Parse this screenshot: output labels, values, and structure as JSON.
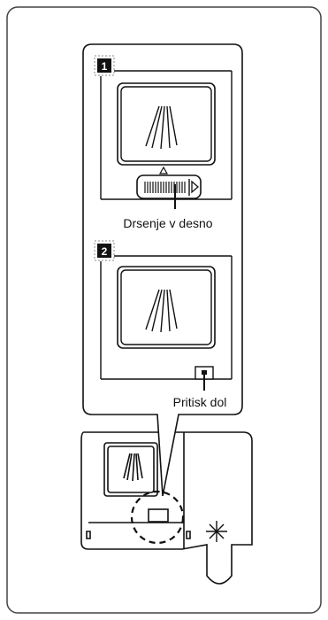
{
  "steps": [
    {
      "number": "1",
      "caption": "Drsenje v desno"
    },
    {
      "number": "2",
      "caption": "Pritisk dol"
    }
  ],
  "colors": {
    "stroke": "#111111",
    "frame": "#444444",
    "background": "#ffffff"
  }
}
